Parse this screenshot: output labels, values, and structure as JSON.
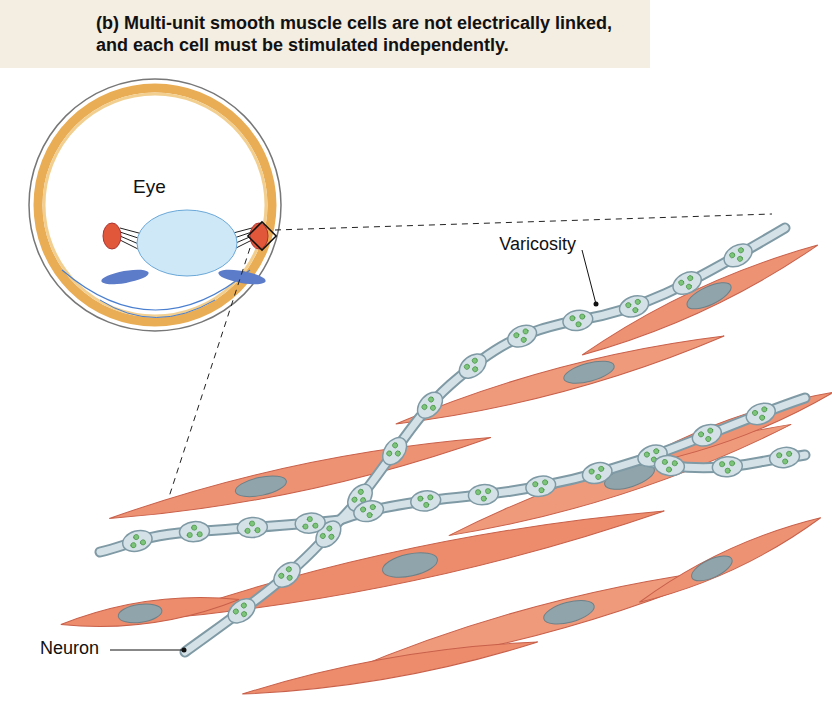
{
  "diagram": {
    "title": "(b) Multi-unit smooth muscle cells are not electrically linked, and each cell must be stimulated independently.",
    "labels": [
      "Eye",
      "Varicosity",
      "Neuron"
    ]
  }
}
